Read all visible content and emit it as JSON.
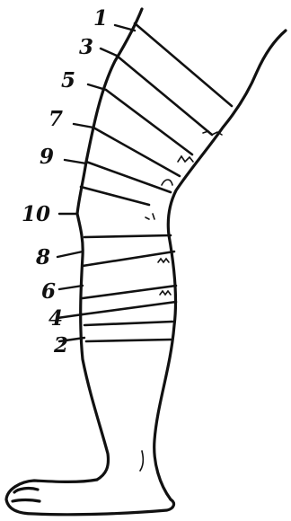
{
  "figure": {
    "callouts": [
      {
        "id": "c1",
        "text": "1"
      },
      {
        "id": "c3",
        "text": "3"
      },
      {
        "id": "c5",
        "text": "5"
      },
      {
        "id": "c7",
        "text": "7"
      },
      {
        "id": "c9",
        "text": "9"
      },
      {
        "id": "c10",
        "text": "10"
      },
      {
        "id": "c8",
        "text": "8"
      },
      {
        "id": "c6",
        "text": "6"
      },
      {
        "id": "c4",
        "text": "4"
      },
      {
        "id": "c2",
        "text": "2"
      }
    ]
  }
}
